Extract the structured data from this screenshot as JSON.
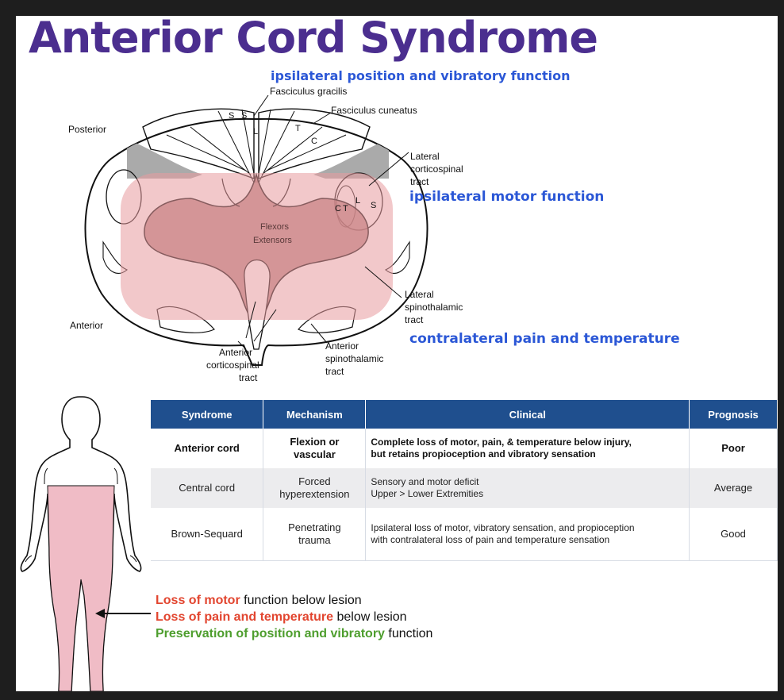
{
  "title": "Anterior Cord Syndrome",
  "colors": {
    "title": "#4b2e8f",
    "blue_note": "#2b57d6",
    "table_header": "#1f4f8e",
    "lesion_pink": "#e89a9e",
    "loss_red": "#e2452f",
    "preserved_green": "#4e9e2e"
  },
  "cord": {
    "note_position": "ipsilateral position and vibratory function",
    "fasciculus_gracilis": "Fasciculus gracilis",
    "fasciculus_cuneatus": "Fasciculus cuneatus",
    "posterior": "Posterior",
    "lateral_cst": [
      "Lateral",
      "corticospinal",
      "tract"
    ],
    "note_motor": "ipsilateral motor function",
    "lateral_stt": [
      "Lateral",
      "spinothalamic",
      "tract"
    ],
    "note_pain": "contralateral pain and temperature",
    "anterior": "Anterior",
    "anterior_cst": [
      "Anterior",
      "corticospinal",
      "tract"
    ],
    "anterior_stt": [
      "Anterior",
      "spinothalamic",
      "tract"
    ],
    "flexors": "Flexors",
    "extensors": "Extensors",
    "letter_s": "S",
    "letter_l": "L",
    "letter_t": "T",
    "letter_c": "C"
  },
  "table": {
    "headers": [
      "Syndrome",
      "Mechanism",
      "Clinical",
      "Prognosis"
    ],
    "rows": [
      {
        "syndrome": "Anterior cord",
        "mechanism": [
          "Flexion or",
          "vascular"
        ],
        "clinical": [
          "Complete loss of motor, pain, & temperature below injury,",
          "but retains propioception and vibratory sensation"
        ],
        "prognosis": "Poor"
      },
      {
        "syndrome": "Central cord",
        "mechanism": [
          "Forced",
          "hyperextension"
        ],
        "clinical": [
          "Sensory and motor deficit",
          "Upper > Lower Extremities"
        ],
        "prognosis": "Average"
      },
      {
        "syndrome": "Brown-Sequard",
        "mechanism": [
          "Penetrating",
          "trauma"
        ],
        "clinical": [
          "Ipsilateral loss of motor, vibratory sensation, and propioception",
          "with contralateral loss of pain and temperature sensation"
        ],
        "prognosis": "Good"
      }
    ]
  },
  "legend": [
    {
      "highlight": "Loss of motor",
      "rest": " function below lesion"
    },
    {
      "highlight": "Loss of pain and temperature",
      "rest": " below lesion"
    },
    {
      "highlight": "Preservation of position and vibratory",
      "rest": " function"
    }
  ]
}
